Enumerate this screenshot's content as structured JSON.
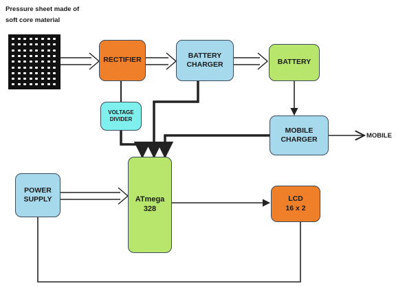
{
  "sheet_label": "Pressure sheet made of\nsoft core material",
  "blocks": {
    "rectifier": "RECTIFIER",
    "battery_charger": "BATTERY\nCHARGER",
    "battery": "BATTERY",
    "voltage_divider": "VOLTAGE\nDIVIDER",
    "mobile_charger": "MOBILE\nCHARGER",
    "power_supply": "POWER\nSUPPLY",
    "atmega": "ATmega\n328",
    "lcd": "LCD\n16 x 2"
  },
  "output_label": "MOBILE",
  "colors": {
    "orange": "#f07f2a",
    "light_blue": "#a6d9ec",
    "green": "#b8e56c",
    "cyan": "#7ff0ee",
    "line": "#222222"
  }
}
